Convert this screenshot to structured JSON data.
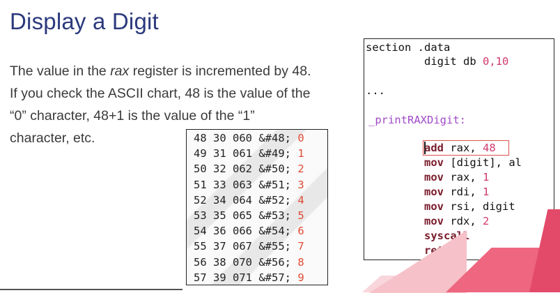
{
  "slide": {
    "title": "Display a Digit",
    "paragraph": {
      "part1": "The value in the ",
      "italic": "rax",
      "part2": " register is incremented by 48. If you check the ASCII chart, 48 is the value of the “0” character, 48+1 is the value of the “1” character, etc."
    }
  },
  "ascii_table": {
    "rows": [
      {
        "text": "48 30 060 &#48; ",
        "glyph": "0"
      },
      {
        "text": "49 31 061 &#49; ",
        "glyph": "1"
      },
      {
        "text": "50 32 062 &#50; ",
        "glyph": "2"
      },
      {
        "text": "51 33 063 &#51; ",
        "glyph": "3"
      },
      {
        "text": "52 34 064 &#52; ",
        "glyph": "4"
      },
      {
        "text": "53 35 065 &#53; ",
        "glyph": "5"
      },
      {
        "text": "54 36 066 &#54; ",
        "glyph": "6"
      },
      {
        "text": "55 37 067 &#55; ",
        "glyph": "7"
      },
      {
        "text": "56 38 070 &#56; ",
        "glyph": "8"
      },
      {
        "text": "57 39 071 &#57; ",
        "glyph": "9"
      }
    ]
  },
  "code": {
    "section": "section .data",
    "digit_decl": "digit db",
    "digit_vals": " 0,10",
    "ellipsis": "...",
    "label": "_printRAXDigit:",
    "l1_instr": "add",
    "l1_args": " rax, ",
    "l1_num": "48",
    "l2_instr": "mov",
    "l2_args": " [digit], al",
    "l3_instr": "mov",
    "l3_args": " rax, ",
    "l3_num": "1",
    "l4_instr": "mov",
    "l4_args": " rdi, ",
    "l4_num": "1",
    "l5_instr": "mov",
    "l5_args": " rsi, digit",
    "l6_instr": "mov",
    "l6_args": " rdx, ",
    "l6_num": "2",
    "l7_instr": "syscall",
    "l8_instr": "ret"
  },
  "colors": {
    "title": "#2c3a7c",
    "accent_red": "#e04a33",
    "highlight_border": "#d9534f",
    "decor_pink": "#ee6680"
  }
}
